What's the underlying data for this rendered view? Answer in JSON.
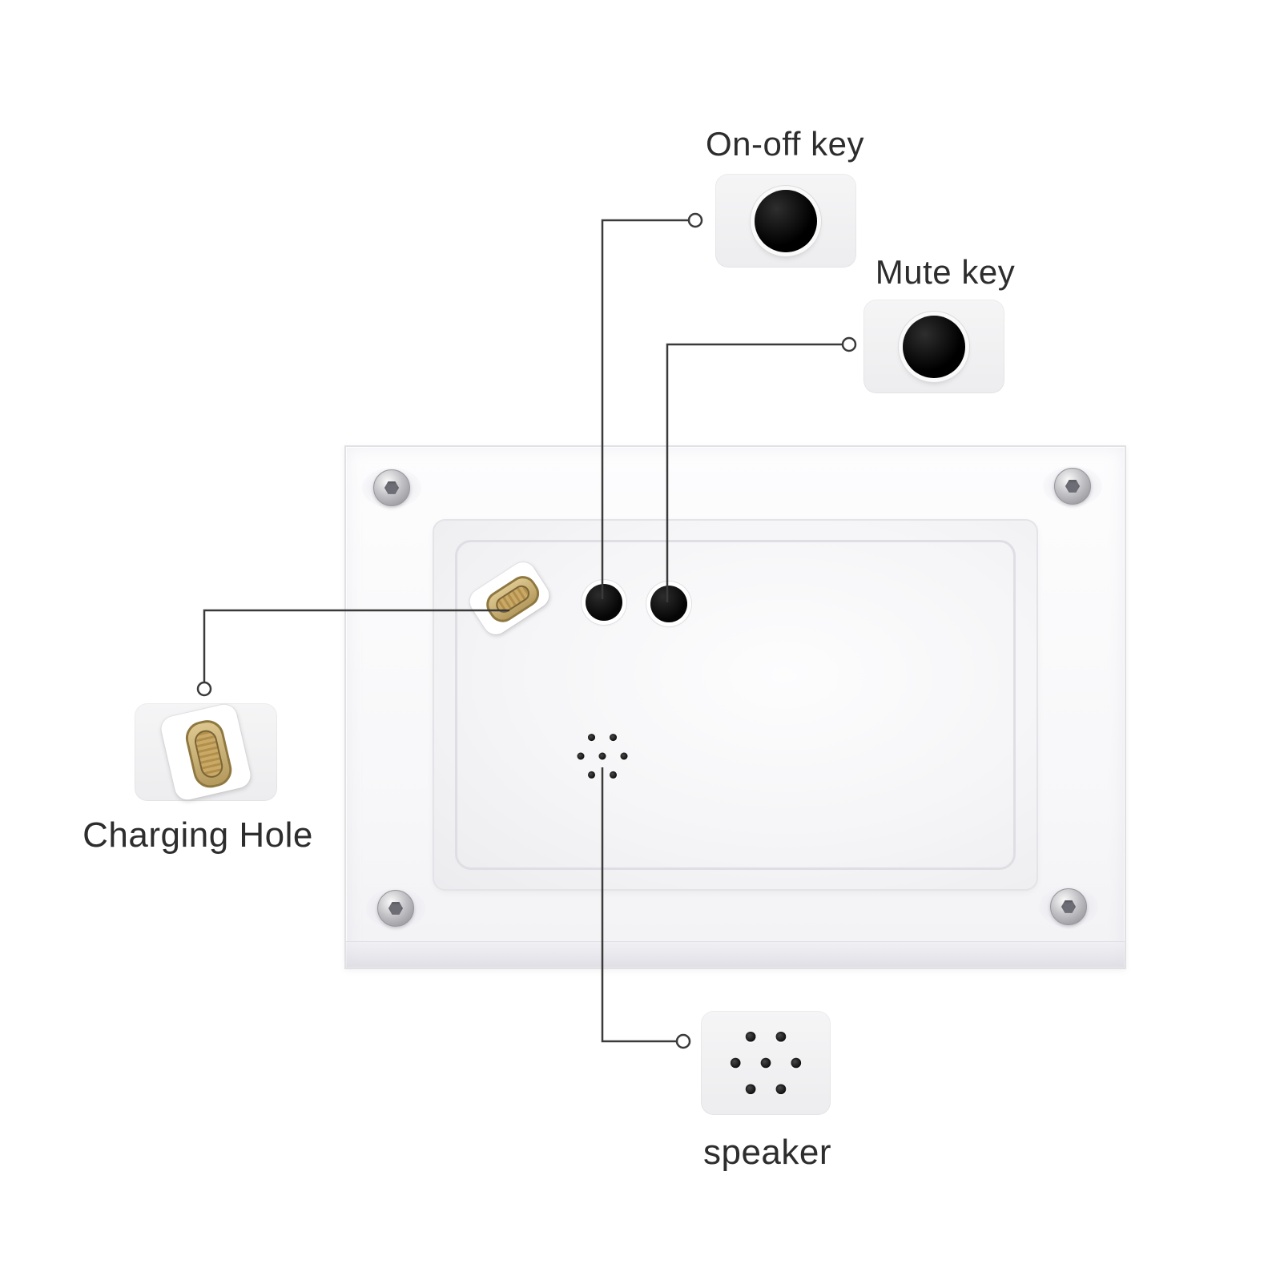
{
  "labels": {
    "on_off_key": "On-off key",
    "mute_key": "Mute key",
    "charging_hole": "Charging Hole",
    "speaker": "speaker"
  },
  "colors": {
    "background": "#ffffff",
    "button_black": "#0c0c0c",
    "port_gold": "#b59a5e",
    "callout_line": "#3a3a3a",
    "thumbnail_bg": "#f3f3f4",
    "panel_white": "#f7f7f9"
  }
}
